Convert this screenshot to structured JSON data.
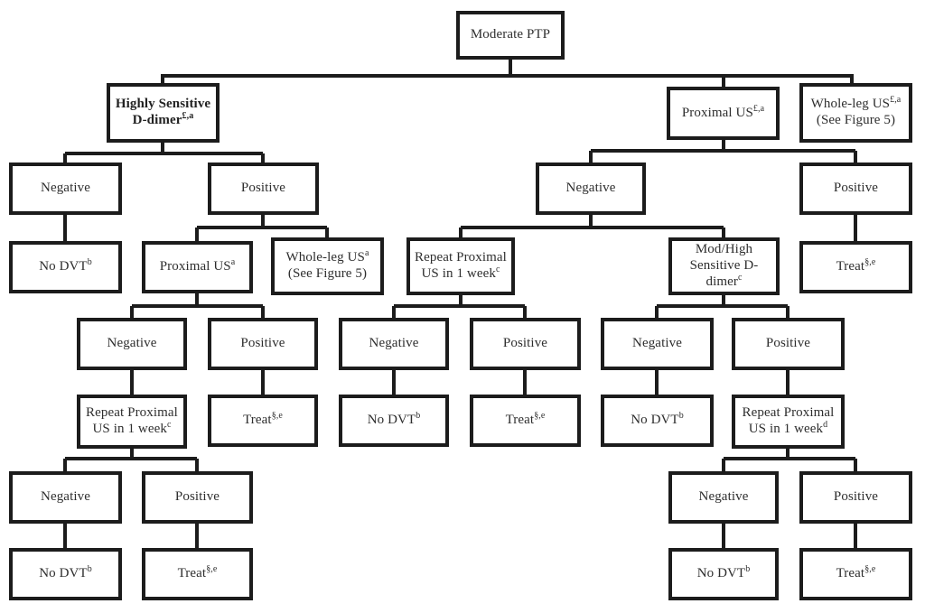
{
  "diagram": {
    "type": "flowchart-decision-tree",
    "root_label": "Moderate PTP",
    "colors": {
      "box_border": "#1c1c1c",
      "connector": "#1c1c1c",
      "text": "#2e2e2e",
      "background": "#ffffff"
    }
  },
  "nodes": [
    {
      "id": "moderate-ptp",
      "text": "Moderate PTP",
      "sup": "",
      "line2": ""
    },
    {
      "id": "highly-sensitive-d-dimer",
      "text": "Highly Sensitive D-dimer",
      "sup": "£,a",
      "line2": ""
    },
    {
      "id": "proximal-us-initial",
      "text": "Proximal US",
      "sup": "£,a",
      "line2": ""
    },
    {
      "id": "whole-leg-us-initial",
      "text": "Whole-leg US",
      "sup": "£,a",
      "line2": "(See Figure 5)"
    },
    {
      "id": "negative-ddimer",
      "text": "Negative",
      "sup": "",
      "line2": ""
    },
    {
      "id": "positive-ddimer",
      "text": "Positive",
      "sup": "",
      "line2": ""
    },
    {
      "id": "negative-proximal-us",
      "text": "Negative",
      "sup": "",
      "line2": ""
    },
    {
      "id": "positive-proximal-us",
      "text": "Positive",
      "sup": "",
      "line2": ""
    },
    {
      "id": "no-dvt-left1",
      "text": "No DVT",
      "sup": "b",
      "line2": ""
    },
    {
      "id": "proximal-us-left",
      "text": "Proximal US",
      "sup": "a",
      "line2": ""
    },
    {
      "id": "whole-leg-us-left",
      "text": "Whole-leg US",
      "sup": "a",
      "line2": "(See Figure 5)"
    },
    {
      "id": "repeat-us-mid",
      "text": "Repeat Proximal US in 1 week",
      "sup": "c",
      "line2": ""
    },
    {
      "id": "mod-high-d-dimer",
      "text": "Mod/High Sensitive D-dimer",
      "sup": "c",
      "line2": ""
    },
    {
      "id": "treat-right1",
      "text": "Treat",
      "sup": "§,e",
      "line2": ""
    },
    {
      "id": "negative-l2",
      "text": "Negative",
      "sup": "",
      "line2": ""
    },
    {
      "id": "positive-l2",
      "text": "Positive",
      "sup": "",
      "line2": ""
    },
    {
      "id": "negative-m2",
      "text": "Negative",
      "sup": "",
      "line2": ""
    },
    {
      "id": "positive-m2",
      "text": "Positive",
      "sup": "",
      "line2": ""
    },
    {
      "id": "negative-r2",
      "text": "Negative",
      "sup": "",
      "line2": ""
    },
    {
      "id": "positive-r2",
      "text": "Positive",
      "sup": "",
      "line2": ""
    },
    {
      "id": "repeat-us-left",
      "text": "Repeat Proximal US in 1 week",
      "sup": "c",
      "line2": ""
    },
    {
      "id": "treat-left1",
      "text": "Treat",
      "sup": "§,e",
      "line2": ""
    },
    {
      "id": "no-dvt-mid1",
      "text": "No DVT",
      "sup": "b",
      "line2": ""
    },
    {
      "id": "treat-mid1",
      "text": "Treat",
      "sup": "§,e",
      "line2": ""
    },
    {
      "id": "no-dvt-right1",
      "text": "No DVT",
      "sup": "b",
      "line2": ""
    },
    {
      "id": "repeat-us-right",
      "text": "Repeat Proximal US in 1 week",
      "sup": "d",
      "line2": ""
    },
    {
      "id": "negative-l3",
      "text": "Negative",
      "sup": "",
      "line2": ""
    },
    {
      "id": "positive-l3",
      "text": "Positive",
      "sup": "",
      "line2": ""
    },
    {
      "id": "negative-r3",
      "text": "Negative",
      "sup": "",
      "line2": ""
    },
    {
      "id": "positive-r3",
      "text": "Positive",
      "sup": "",
      "line2": ""
    },
    {
      "id": "no-dvt-left2",
      "text": "No DVT",
      "sup": "b",
      "line2": ""
    },
    {
      "id": "treat-left2",
      "text": "Treat",
      "sup": "§,e",
      "line2": ""
    },
    {
      "id": "no-dvt-right2",
      "text": "No DVT",
      "sup": "b",
      "line2": ""
    },
    {
      "id": "treat-right2",
      "text": "Treat",
      "sup": "§,e",
      "line2": ""
    }
  ],
  "edges": [
    [
      0,
      1
    ],
    [
      0,
      2
    ],
    [
      0,
      3
    ],
    [
      1,
      4
    ],
    [
      1,
      5
    ],
    [
      4,
      8
    ],
    [
      5,
      9
    ],
    [
      5,
      10
    ],
    [
      9,
      14
    ],
    [
      9,
      15
    ],
    [
      14,
      20
    ],
    [
      15,
      21
    ],
    [
      20,
      26
    ],
    [
      20,
      27
    ],
    [
      26,
      30
    ],
    [
      27,
      31
    ],
    [
      2,
      6
    ],
    [
      2,
      7
    ],
    [
      6,
      11
    ],
    [
      6,
      12
    ],
    [
      7,
      13
    ],
    [
      11,
      16
    ],
    [
      11,
      17
    ],
    [
      16,
      22
    ],
    [
      17,
      23
    ],
    [
      12,
      18
    ],
    [
      12,
      19
    ],
    [
      18,
      24
    ],
    [
      19,
      25
    ],
    [
      25,
      28
    ],
    [
      25,
      29
    ],
    [
      28,
      32
    ],
    [
      29,
      33
    ]
  ]
}
